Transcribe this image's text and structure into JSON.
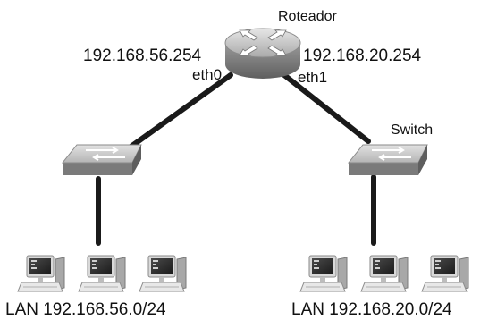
{
  "router": {
    "label": "Roteador",
    "icon": "router-icon",
    "ip_left": "192.168.56.254",
    "ip_right": "192.168.20.254",
    "iface_left": "eth0",
    "iface_right": "eth1"
  },
  "switch_left": {
    "icon": "switch-icon"
  },
  "switch_right": {
    "icon": "switch-icon",
    "label": "Switch"
  },
  "lan_left": {
    "label": "LAN 192.168.56.0/24",
    "hosts": 3,
    "icon": "computer-icon"
  },
  "lan_right": {
    "label": "LAN 192.168.20.0/24",
    "hosts": 3,
    "icon": "computer-icon"
  },
  "colors": {
    "ink": "#1a1a1a",
    "device_light": "#cfcfcf",
    "device_dark": "#7a7a7a",
    "background": "#ffffff"
  }
}
